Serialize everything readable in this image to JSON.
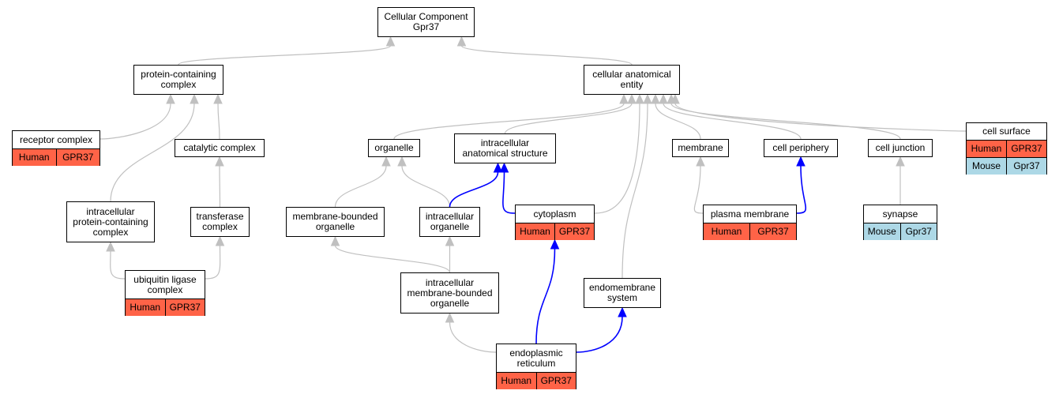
{
  "title": [
    "Cellular Component",
    "Gpr37"
  ],
  "colors": {
    "human_fill": "#ff6347",
    "mouse_fill": "#add8e6",
    "edge_gray": "#c0c0c0",
    "edge_blue": "#0000ff"
  },
  "nodes": {
    "root": {
      "lines": [
        "Cellular Component",
        "Gpr37"
      ]
    },
    "protein_complex": {
      "lines": [
        "protein-containing",
        "complex"
      ]
    },
    "cellular_entity": {
      "lines": [
        "cellular anatomical",
        "entity"
      ]
    },
    "receptor_complex": {
      "lines": [
        "receptor complex"
      ],
      "annotations": [
        {
          "species": "Human",
          "gene": "GPR37"
        }
      ]
    },
    "catalytic_complex": {
      "lines": [
        "catalytic complex"
      ]
    },
    "organelle": {
      "lines": [
        "organelle"
      ]
    },
    "intracellular_structure": {
      "lines": [
        "intracellular",
        "anatomical structure"
      ]
    },
    "membrane": {
      "lines": [
        "membrane"
      ]
    },
    "cell_periphery": {
      "lines": [
        "cell periphery"
      ]
    },
    "cell_junction": {
      "lines": [
        "cell junction"
      ]
    },
    "cell_surface": {
      "lines": [
        "cell surface"
      ],
      "annotations": [
        {
          "species": "Human",
          "gene": "GPR37"
        },
        {
          "species": "Mouse",
          "gene": "Gpr37"
        }
      ]
    },
    "intracellular_pcc": {
      "lines": [
        "intracellular",
        "protein-containing",
        "complex"
      ]
    },
    "transferase_complex": {
      "lines": [
        "transferase",
        "complex"
      ]
    },
    "membrane_bounded_organelle": {
      "lines": [
        "membrane-bounded",
        "organelle"
      ]
    },
    "intracellular_organelle": {
      "lines": [
        "intracellular",
        "organelle"
      ]
    },
    "cytoplasm": {
      "lines": [
        "cytoplasm"
      ],
      "annotations": [
        {
          "species": "Human",
          "gene": "GPR37"
        }
      ]
    },
    "plasma_membrane": {
      "lines": [
        "plasma membrane"
      ],
      "annotations": [
        {
          "species": "Human",
          "gene": "GPR37"
        }
      ]
    },
    "synapse": {
      "lines": [
        "synapse"
      ],
      "annotations": [
        {
          "species": "Mouse",
          "gene": "Gpr37"
        }
      ]
    },
    "ubiquitin_ligase": {
      "lines": [
        "ubiquitin ligase",
        "complex"
      ],
      "annotations": [
        {
          "species": "Human",
          "gene": "GPR37"
        }
      ]
    },
    "intracellular_mbo": {
      "lines": [
        "intracellular",
        "membrane-bounded",
        "organelle"
      ]
    },
    "endomembrane": {
      "lines": [
        "endomembrane",
        "system"
      ]
    },
    "er": {
      "lines": [
        "endoplasmic",
        "reticulum"
      ],
      "annotations": [
        {
          "species": "Human",
          "gene": "GPR37"
        }
      ]
    }
  },
  "edges": [
    {
      "from": "protein_complex",
      "to": "root",
      "color": "gray"
    },
    {
      "from": "cellular_entity",
      "to": "root",
      "color": "gray"
    },
    {
      "from": "receptor_complex",
      "to": "protein_complex",
      "color": "gray"
    },
    {
      "from": "intracellular_pcc",
      "to": "protein_complex",
      "color": "gray"
    },
    {
      "from": "catalytic_complex",
      "to": "protein_complex",
      "color": "gray"
    },
    {
      "from": "transferase_complex",
      "to": "catalytic_complex",
      "color": "gray"
    },
    {
      "from": "ubiquitin_ligase",
      "to": "intracellular_pcc",
      "color": "gray"
    },
    {
      "from": "ubiquitin_ligase",
      "to": "transferase_complex",
      "color": "gray"
    },
    {
      "from": "organelle",
      "to": "cellular_entity",
      "color": "gray"
    },
    {
      "from": "intracellular_structure",
      "to": "cellular_entity",
      "color": "gray"
    },
    {
      "from": "cytoplasm",
      "to": "cellular_entity",
      "color": "gray"
    },
    {
      "from": "endomembrane",
      "to": "cellular_entity",
      "color": "gray"
    },
    {
      "from": "membrane",
      "to": "cellular_entity",
      "color": "gray"
    },
    {
      "from": "cell_periphery",
      "to": "cellular_entity",
      "color": "gray"
    },
    {
      "from": "cell_junction",
      "to": "cellular_entity",
      "color": "gray"
    },
    {
      "from": "cell_surface",
      "to": "cellular_entity",
      "color": "gray"
    },
    {
      "from": "membrane_bounded_organelle",
      "to": "organelle",
      "color": "gray"
    },
    {
      "from": "intracellular_organelle",
      "to": "organelle",
      "color": "gray"
    },
    {
      "from": "intracellular_organelle",
      "to": "intracellular_structure",
      "color": "blue"
    },
    {
      "from": "cytoplasm",
      "to": "intracellular_structure",
      "color": "blue"
    },
    {
      "from": "plasma_membrane",
      "to": "membrane",
      "color": "gray"
    },
    {
      "from": "plasma_membrane",
      "to": "cell_periphery",
      "color": "blue"
    },
    {
      "from": "synapse",
      "to": "cell_junction",
      "color": "gray"
    },
    {
      "from": "intracellular_mbo",
      "to": "membrane_bounded_organelle",
      "color": "gray"
    },
    {
      "from": "intracellular_mbo",
      "to": "intracellular_organelle",
      "color": "gray"
    },
    {
      "from": "er",
      "to": "intracellular_mbo",
      "color": "gray"
    },
    {
      "from": "er",
      "to": "cytoplasm",
      "color": "blue"
    },
    {
      "from": "er",
      "to": "endomembrane",
      "color": "blue"
    }
  ]
}
